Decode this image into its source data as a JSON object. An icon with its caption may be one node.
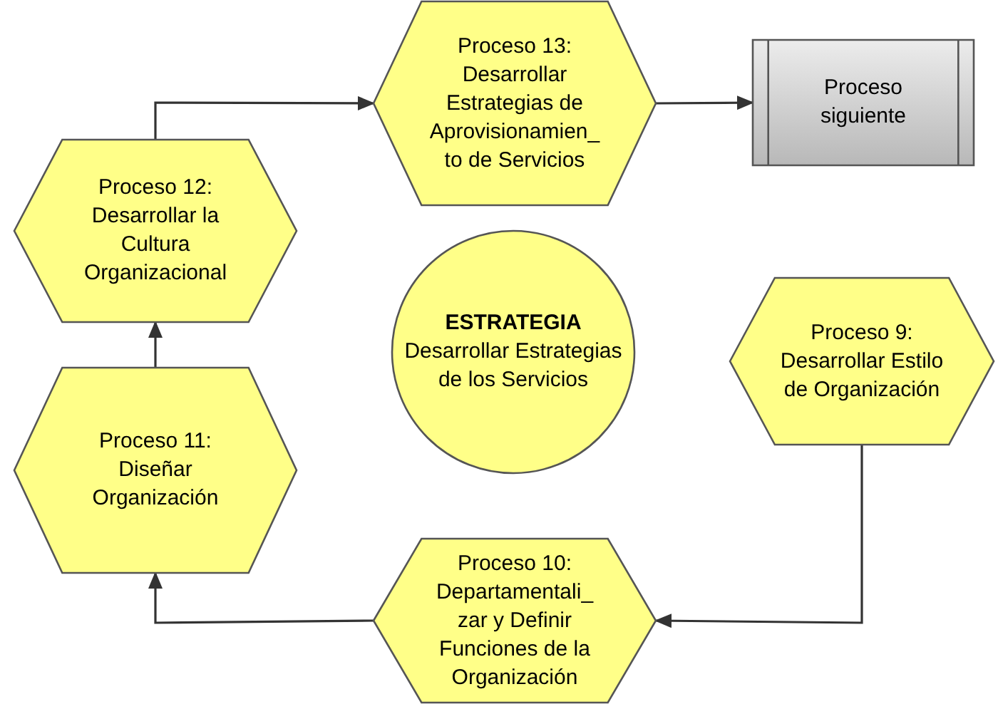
{
  "diagram": {
    "nodes": [
      {
        "text": [
          "Proceso 13: Desarrollar Estrategias de Aprovisionamien_ to de Servicios"
        ]
      },
      {
        "text": [
          "Proceso siguiente"
        ]
      },
      {
        "text": [
          "Proceso 12: Desarrollar la Cultura Organizacional"
        ]
      },
      {
        "text": [
          "ESTRATEGIA",
          "Desarrollar Estrategias de los Servicios"
        ]
      },
      {
        "text": [
          "Proceso 9: Desarrollar Estilo de Organización"
        ]
      },
      {
        "text": [
          "Proceso 11: Diseñar Organización"
        ]
      },
      {
        "text": [
          "Proceso 10: Departamentali_ zar y Definir Funciones de la Organización"
        ]
      }
    ],
    "edges": [
      {
        "from": 2,
        "to": 0,
        "arrow": "to"
      },
      {
        "from": 0,
        "to": 1,
        "arrow": "to"
      },
      {
        "from": 5,
        "to": 2,
        "arrow": "to"
      },
      {
        "from": 4,
        "to": 6,
        "arrow": "to"
      },
      {
        "from": 6,
        "to": 5,
        "arrow": "to"
      }
    ]
  }
}
